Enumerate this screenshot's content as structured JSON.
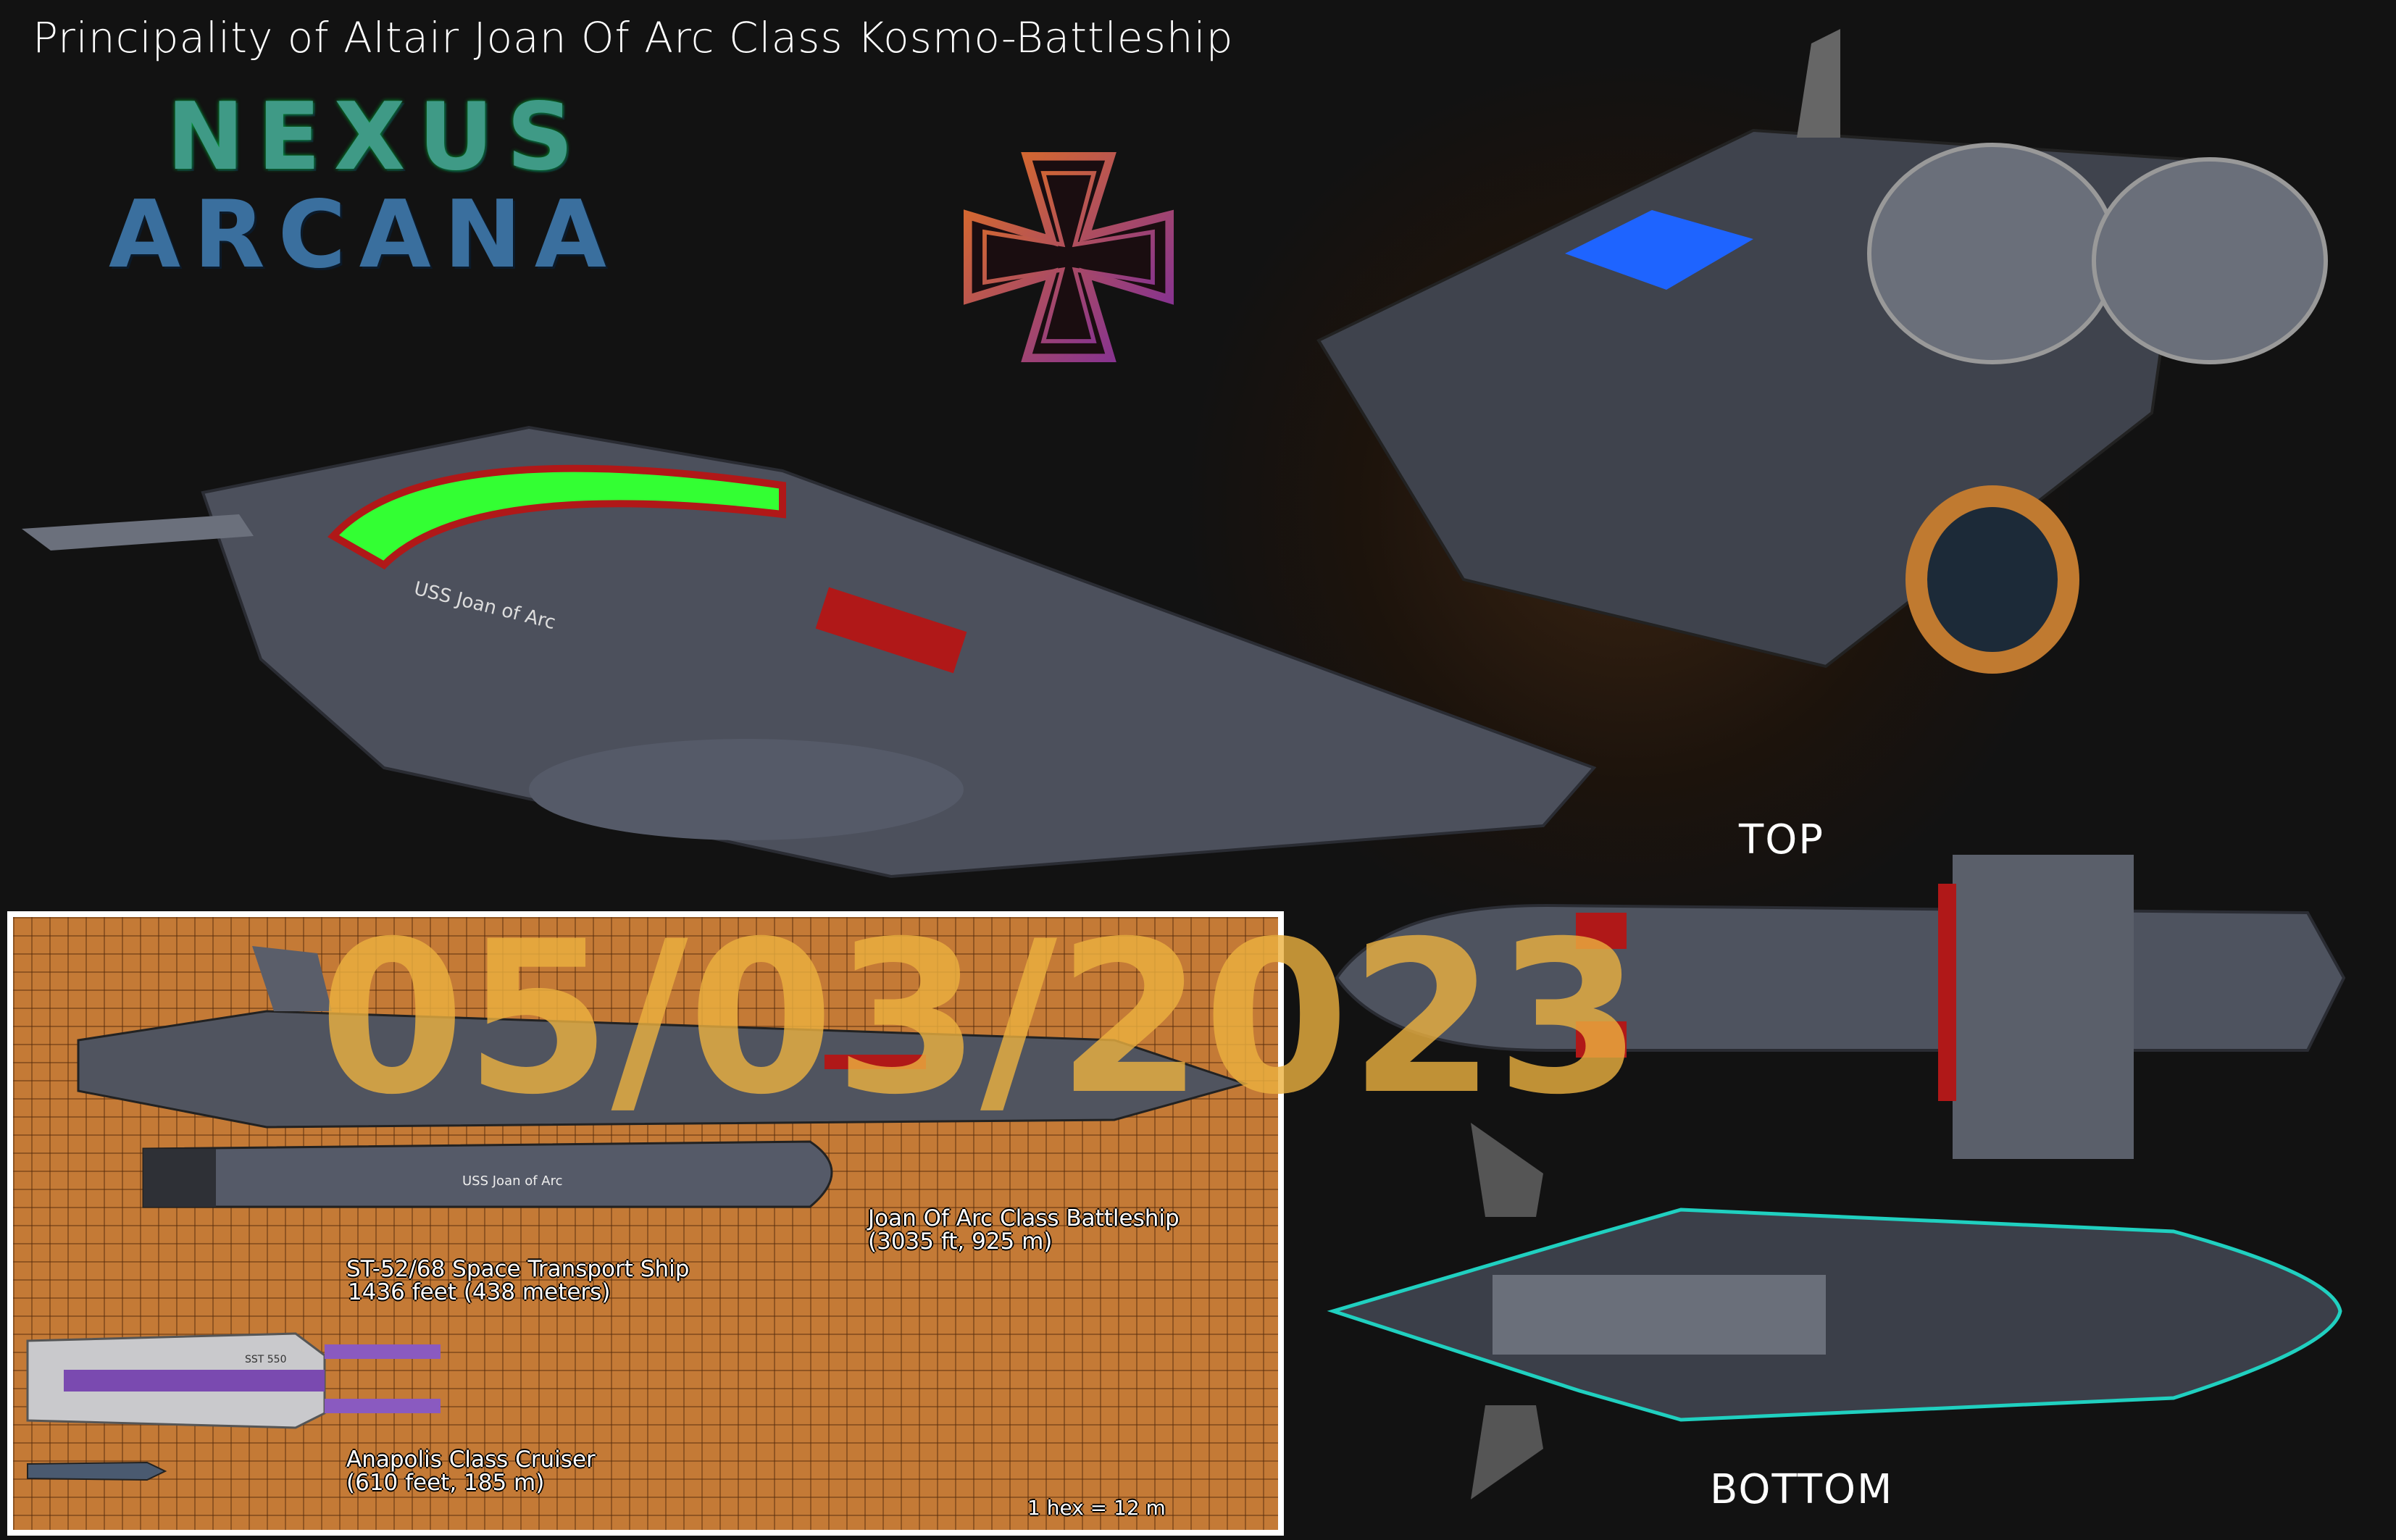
{
  "title": "Principality of Altair Joan Of Arc Class Kosmo-Battleship",
  "logo": {
    "line1": "NEXUS",
    "line2": "ARCANA"
  },
  "emblem": "iron-cross",
  "watermark": "05/03/2023",
  "hull_name": "USS Joan of Arc",
  "views": {
    "top": "TOP",
    "bottom": "BOTTOM"
  },
  "scale_chart": {
    "ships": [
      {
        "name": "Joan Of Arc Class Battleship",
        "size": "(3035 ft, 925 m)"
      },
      {
        "name": "ST-52/68 Space Transport Ship",
        "size": "1436 feet (438 meters)"
      },
      {
        "name": "Anapolis Class Cruiser",
        "size": "(610 feet, 185 m)"
      }
    ],
    "scale_note": "1 hex = 12 m",
    "transport_marking": "SST 550"
  },
  "colors": {
    "accent_green": "#33ff33",
    "accent_red": "#b01818",
    "accent_cyan": "#20d0c0",
    "hull": "#5a5f6e",
    "grid": "#c47a36"
  }
}
